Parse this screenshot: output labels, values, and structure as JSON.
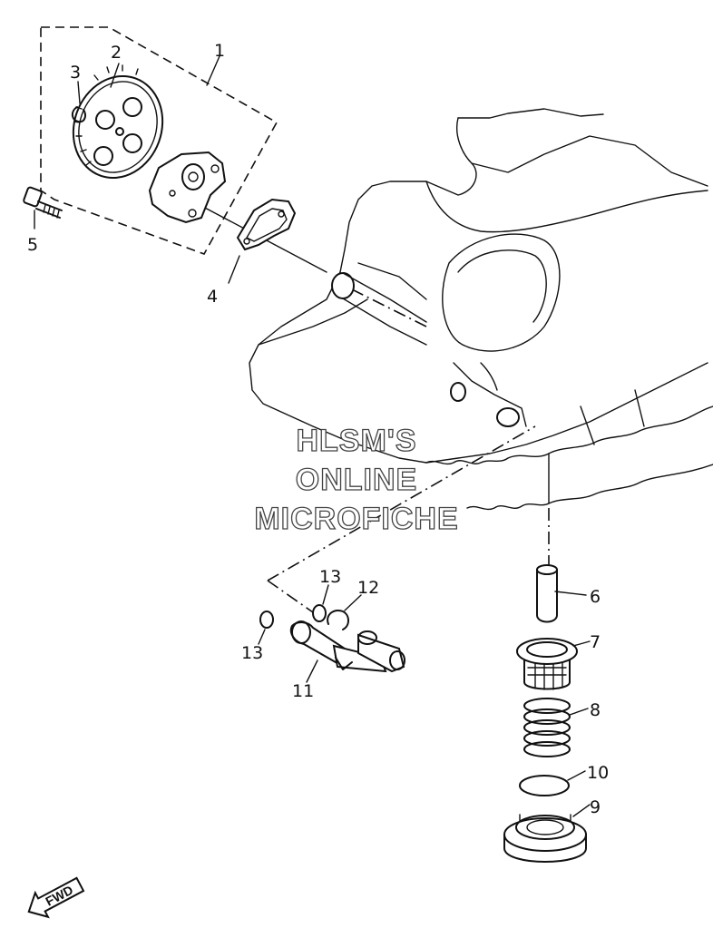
{
  "watermark": {
    "line1": "HLSM'S",
    "line2": "ONLINE",
    "line3": "MICROFICHE"
  },
  "direction_badge": {
    "label": "FWD"
  },
  "callouts": [
    {
      "id": "c1",
      "text": "1"
    },
    {
      "id": "c2",
      "text": "2"
    },
    {
      "id": "c3",
      "text": "3"
    },
    {
      "id": "c4",
      "text": "4"
    },
    {
      "id": "c5",
      "text": "5"
    },
    {
      "id": "c6",
      "text": "6"
    },
    {
      "id": "c7",
      "text": "7"
    },
    {
      "id": "c8",
      "text": "8"
    },
    {
      "id": "c9",
      "text": "9"
    },
    {
      "id": "c10",
      "text": "10"
    },
    {
      "id": "c11",
      "text": "11"
    },
    {
      "id": "c12",
      "text": "12"
    },
    {
      "id": "c13a",
      "text": "13"
    },
    {
      "id": "c13b",
      "text": "13"
    }
  ]
}
